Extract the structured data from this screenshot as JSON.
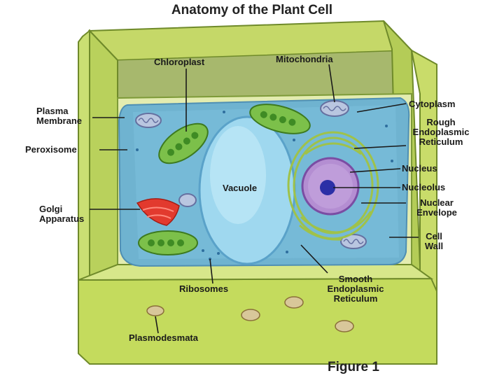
{
  "title": "Anatomy of the Plant Cell",
  "caption": "Figure 1",
  "labels": {
    "chloroplast": "Chloroplast",
    "mitochondria": "Mitochondria",
    "plasma_membrane": "Plasma\nMembrane",
    "cytoplasm": "Cytoplasm",
    "rough_er": "Rough\nEndoplasmic\nReticulum",
    "peroxisome": "Peroxisome",
    "vacuole": "Vacuole",
    "nucleus": "Nucleus",
    "nucleolus": "Nucleolus",
    "golgi": "Golgi\nApparatus",
    "nuclear_envelope": "Nuclear\nEnvelope",
    "cell_wall": "Cell\nWall",
    "ribosomes": "Ribosomes",
    "smooth_er": "Smooth\nEndoplasmic\nReticulum",
    "plasmodesmata": "Plasmodesmata"
  }
}
